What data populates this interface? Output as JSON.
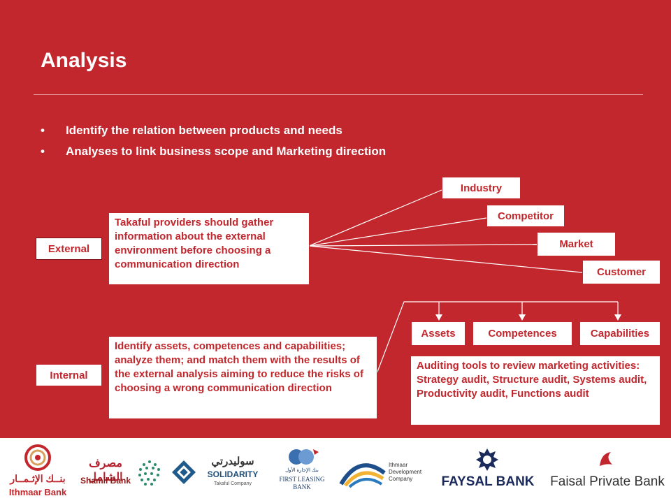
{
  "title": "Analysis",
  "bullets": [
    "Identify the relation between products and needs",
    "Analyses to link business scope and Marketing direction"
  ],
  "bullet_char": "•",
  "external": {
    "label": "External",
    "description": "Takaful providers should gather information about the external environment before choosing a communication direction",
    "targets": [
      "Industry",
      "Competitor",
      "Market",
      "Customer"
    ]
  },
  "internal": {
    "label": "Internal",
    "description": "Identify assets, competences and capabilities; analyze them; and match them with the results of the external analysis aiming to reduce the risks of choosing a wrong communication direction",
    "items": [
      "Assets",
      "Competences",
      "Capabilities"
    ],
    "auditing": "Auditing tools to review marketing activities: Strategy audit, Structure audit, Systems audit, Productivity audit, Functions audit"
  },
  "logos": {
    "ithmaar_ar": "بنــك الإثـمــار",
    "ithmaar": "Ithmaar Bank",
    "shamil_ar": "مصرف الشامل",
    "shamil": "Shamil Bank",
    "solidarity_ar": "سوليدرتي",
    "solidarity": "SOLIDARITY",
    "solidarity_sub": "Takaful Company",
    "first_leasing_ar": "بنك الإجارة الأول",
    "first_leasing": "FIRST LEASING BANK",
    "ithmaar_dev": "Ithmaar Development Company",
    "faysal": "FAYSAL BANK",
    "faisal_private": "Faisal Private Bank"
  },
  "colors": {
    "background": "#c1272d",
    "box_text": "#c1272d",
    "white": "#ffffff",
    "faysal_navy": "#1a2a5a"
  }
}
